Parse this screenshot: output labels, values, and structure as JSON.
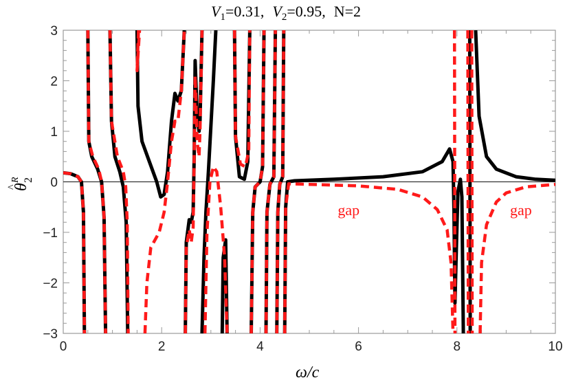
{
  "chart_data": {
    "type": "line",
    "title": "V1=0.31,  V2=0.95,  N=2",
    "title_parts": {
      "v1_label": "V",
      "v1_sub": "1",
      "v1_val": "=0.31,",
      "v2_label": "V",
      "v2_sub": "2",
      "v2_val": "=0.95,",
      "n": "N=2"
    },
    "xlabel": "ω/c",
    "ylabel": "θ̂₂^R",
    "ylabel_parts": {
      "base": "θ",
      "sub": "2",
      "sup": "R",
      "hat": "^"
    },
    "xlim": [
      0,
      10
    ],
    "ylim": [
      -3,
      3
    ],
    "xticks": [
      0,
      2,
      4,
      6,
      8,
      10
    ],
    "xtick_labels": [
      "0",
      "2",
      "4",
      "6",
      "8",
      "10"
    ],
    "yticks": [
      -3,
      -2,
      -1,
      0,
      1,
      2,
      3
    ],
    "ytick_labels": [
      "−3",
      "−2",
      "−1",
      "0",
      "1",
      "2",
      "3"
    ],
    "grid": false,
    "zero_line": true,
    "annotations": [
      {
        "text": "gap",
        "x": 5.8,
        "y": -1.0,
        "color": "#ff1a1a"
      },
      {
        "text": "gap",
        "x": 9.3,
        "y": -1.0,
        "color": "#ff1a1a"
      }
    ],
    "series": [
      {
        "name": "solid",
        "color": "#000000",
        "style": "solid",
        "segments": [
          [
            [
              0,
              0.18
            ],
            [
              0.15,
              0.16
            ],
            [
              0.3,
              0.1
            ],
            [
              0.37,
              0.0
            ],
            [
              0.41,
              -0.6
            ],
            [
              0.43,
              -3
            ]
          ],
          [
            [
              0.5,
              3
            ],
            [
              0.52,
              0.8
            ],
            [
              0.58,
              0.5
            ],
            [
              0.7,
              0.25
            ],
            [
              0.78,
              0.0
            ],
            [
              0.83,
              -0.7
            ],
            [
              0.86,
              -3
            ]
          ],
          [
            [
              0.95,
              3
            ],
            [
              0.98,
              1.2
            ],
            [
              1.05,
              0.5
            ],
            [
              1.15,
              0.2
            ],
            [
              1.22,
              -0.1
            ],
            [
              1.28,
              -0.8
            ],
            [
              1.31,
              -3
            ]
          ],
          [
            [
              1.5,
              3
            ],
            [
              1.52,
              1.5
            ],
            [
              1.6,
              0.8
            ],
            [
              1.75,
              0.4
            ],
            [
              1.9,
              0.0
            ],
            [
              1.98,
              -0.3
            ],
            [
              2.05,
              -0.25
            ],
            [
              2.12,
              0.2
            ],
            [
              2.2,
              1.2
            ],
            [
              2.27,
              1.75
            ],
            [
              2.33,
              1.6
            ],
            [
              2.4,
              1.8
            ],
            [
              2.46,
              3
            ]
          ],
          [
            [
              2.48,
              -3
            ],
            [
              2.5,
              -1.2
            ],
            [
              2.56,
              -0.75
            ],
            [
              2.6,
              -0.8
            ],
            [
              2.64,
              -0.6
            ],
            [
              2.66,
              0.5
            ],
            [
              2.68,
              2.4
            ],
            [
              2.72,
              1.3
            ],
            [
              2.76,
              1.0
            ],
            [
              2.78,
              1.2
            ],
            [
              2.82,
              3
            ]
          ],
          [
            [
              2.82,
              -3
            ],
            [
              2.86,
              -1.5
            ],
            [
              2.9,
              -0.6
            ],
            [
              2.95,
              0.2
            ],
            [
              3.0,
              1.1
            ],
            [
              3.05,
              2.0
            ],
            [
              3.1,
              3
            ]
          ],
          [
            [
              3.23,
              -3
            ],
            [
              3.25,
              -1.5
            ],
            [
              3.3,
              -1.15
            ],
            [
              3.33,
              -3
            ]
          ],
          [
            [
              3.48,
              3
            ],
            [
              3.5,
              0.9
            ],
            [
              3.58,
              0.1
            ],
            [
              3.68,
              0.05
            ],
            [
              3.75,
              0.4
            ],
            [
              3.79,
              3
            ]
          ],
          [
            [
              3.82,
              -3
            ],
            [
              3.85,
              -0.6
            ],
            [
              3.9,
              -0.1
            ],
            [
              4.0,
              0.0
            ],
            [
              4.05,
              0.3
            ],
            [
              4.08,
              3
            ]
          ],
          [
            [
              4.12,
              -3
            ],
            [
              4.14,
              -0.6
            ],
            [
              4.2,
              -0.05
            ],
            [
              4.28,
              0.1
            ],
            [
              4.31,
              3
            ]
          ],
          [
            [
              4.34,
              -3
            ],
            [
              4.36,
              -0.6
            ],
            [
              4.4,
              -0.05
            ],
            [
              4.46,
              0.1
            ],
            [
              4.48,
              3
            ]
          ],
          [
            [
              4.5,
              -3
            ],
            [
              4.52,
              -0.5
            ],
            [
              4.56,
              0.0
            ],
            [
              4.7,
              0.02
            ],
            [
              5.5,
              0.05
            ],
            [
              6.5,
              0.1
            ],
            [
              7.3,
              0.2
            ],
            [
              7.7,
              0.4
            ],
            [
              7.85,
              0.65
            ],
            [
              7.92,
              0.4
            ],
            [
              7.94,
              -0.6
            ],
            [
              7.96,
              -2.4
            ],
            [
              7.98,
              -1.6
            ],
            [
              8.02,
              -0.2
            ],
            [
              8.07,
              0.05
            ],
            [
              8.1,
              -0.3
            ],
            [
              8.13,
              -3
            ]
          ],
          [
            [
              8.26,
              3
            ],
            [
              8.27,
              -3
            ]
          ],
          [
            [
              8.38,
              3
            ],
            [
              8.45,
              1.3
            ],
            [
              8.6,
              0.5
            ],
            [
              8.8,
              0.25
            ],
            [
              9.2,
              0.1
            ],
            [
              9.6,
              0.05
            ],
            [
              10,
              0.03
            ]
          ]
        ]
      },
      {
        "name": "dashed",
        "color": "#ff1a1a",
        "style": "dashed",
        "segments": [
          [
            [
              0,
              0.18
            ],
            [
              0.15,
              0.16
            ],
            [
              0.3,
              0.1
            ],
            [
              0.37,
              0.0
            ],
            [
              0.41,
              -0.6
            ],
            [
              0.43,
              -3
            ]
          ],
          [
            [
              0.5,
              3
            ],
            [
              0.52,
              0.8
            ],
            [
              0.6,
              0.5
            ],
            [
              0.72,
              0.25
            ],
            [
              0.78,
              0.0
            ],
            [
              0.83,
              -0.7
            ],
            [
              0.86,
              -3
            ]
          ],
          [
            [
              0.95,
              3
            ],
            [
              0.98,
              1.2
            ],
            [
              1.1,
              0.5
            ],
            [
              1.22,
              0.2
            ],
            [
              1.27,
              -0.1
            ],
            [
              1.3,
              -0.8
            ],
            [
              1.32,
              -3
            ]
          ],
          [
            [
              1.53,
              3
            ],
            [
              1.5,
              2.2
            ],
            [
              1.55,
              3
            ]
          ],
          [
            [
              1.66,
              -3
            ],
            [
              1.7,
              -2.0
            ],
            [
              1.78,
              -1.3
            ],
            [
              1.95,
              -1.0
            ],
            [
              2.05,
              -0.6
            ],
            [
              2.12,
              0.0
            ],
            [
              2.2,
              0.8
            ],
            [
              2.27,
              1.2
            ],
            [
              2.33,
              1.2
            ],
            [
              2.4,
              1.8
            ],
            [
              2.46,
              3
            ]
          ],
          [
            [
              2.48,
              -3
            ],
            [
              2.5,
              -1.3
            ],
            [
              2.56,
              -0.95
            ],
            [
              2.6,
              -1.2
            ],
            [
              2.64,
              -0.9
            ],
            [
              2.66,
              0.5
            ],
            [
              2.68,
              2.1
            ],
            [
              2.72,
              0.8
            ],
            [
              2.76,
              0.5
            ],
            [
              2.78,
              1.0
            ],
            [
              2.82,
              3
            ]
          ],
          [
            [
              2.88,
              -3
            ],
            [
              2.92,
              -1.0
            ],
            [
              2.98,
              0.0
            ],
            [
              3.05,
              0.3
            ],
            [
              3.12,
              0.2
            ],
            [
              3.2,
              -0.5
            ],
            [
              3.28,
              -1.5
            ],
            [
              3.33,
              -3
            ]
          ],
          [
            [
              3.48,
              3
            ],
            [
              3.5,
              0.9
            ],
            [
              3.6,
              0.35
            ],
            [
              3.7,
              0.3
            ],
            [
              3.77,
              0.6
            ],
            [
              3.79,
              3
            ]
          ],
          [
            [
              3.82,
              -3
            ],
            [
              3.85,
              -0.6
            ],
            [
              3.9,
              -0.1
            ],
            [
              4.0,
              0.0
            ],
            [
              4.05,
              0.3
            ],
            [
              4.08,
              3
            ]
          ],
          [
            [
              4.12,
              -3
            ],
            [
              4.14,
              -0.6
            ],
            [
              4.2,
              -0.05
            ],
            [
              4.28,
              0.1
            ],
            [
              4.31,
              3
            ]
          ],
          [
            [
              4.34,
              -3
            ],
            [
              4.36,
              -0.6
            ],
            [
              4.4,
              -0.05
            ],
            [
              4.46,
              0.1
            ],
            [
              4.48,
              3
            ]
          ],
          [
            [
              4.5,
              -3
            ],
            [
              4.52,
              -0.5
            ],
            [
              4.58,
              -0.04
            ],
            [
              5.0,
              -0.05
            ],
            [
              6.0,
              -0.08
            ],
            [
              6.8,
              -0.15
            ],
            [
              7.3,
              -0.3
            ],
            [
              7.6,
              -0.55
            ],
            [
              7.8,
              -0.95
            ],
            [
              7.88,
              -1.6
            ],
            [
              7.92,
              -3
            ]
          ],
          [
            [
              7.95,
              3
            ],
            [
              7.96,
              -3
            ]
          ],
          [
            [
              8.22,
              3
            ],
            [
              8.23,
              -3
            ]
          ],
          [
            [
              8.3,
              3
            ],
            [
              8.31,
              -3
            ]
          ],
          [
            [
              8.47,
              -3
            ],
            [
              8.5,
              -1.6
            ],
            [
              8.6,
              -0.85
            ],
            [
              8.8,
              -0.4
            ],
            [
              9.0,
              -0.22
            ],
            [
              9.4,
              -0.1
            ],
            [
              10,
              -0.05
            ]
          ]
        ]
      }
    ]
  }
}
